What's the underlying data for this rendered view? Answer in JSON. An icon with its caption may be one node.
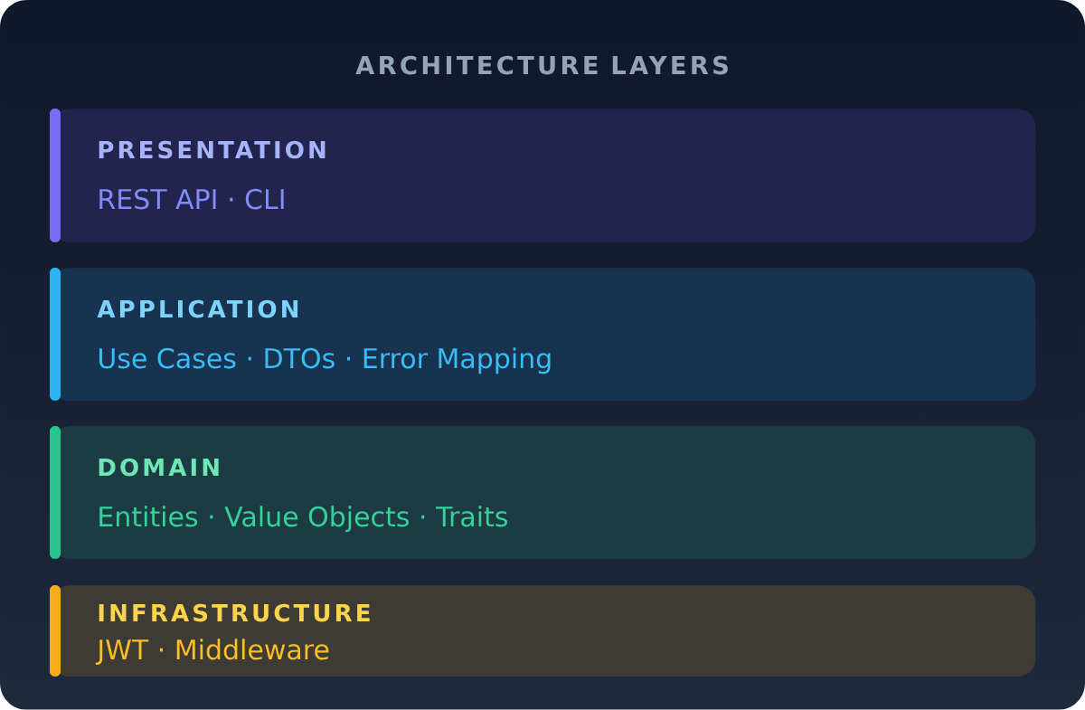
{
  "diagram": {
    "title": "ARCHITECTURE LAYERS",
    "nodes": [
      {
        "text": [
          "PRESENTATION",
          "REST API · CLI"
        ]
      },
      {
        "text": [
          "APPLICATION",
          "Use Cases · DTOs · Error Mapping"
        ]
      },
      {
        "text": [
          "DOMAIN",
          "Entities · Value Objects · Traits"
        ]
      },
      {
        "text": [
          "INFRASTRUCTURE",
          "JWT · Middleware"
        ]
      }
    ]
  }
}
